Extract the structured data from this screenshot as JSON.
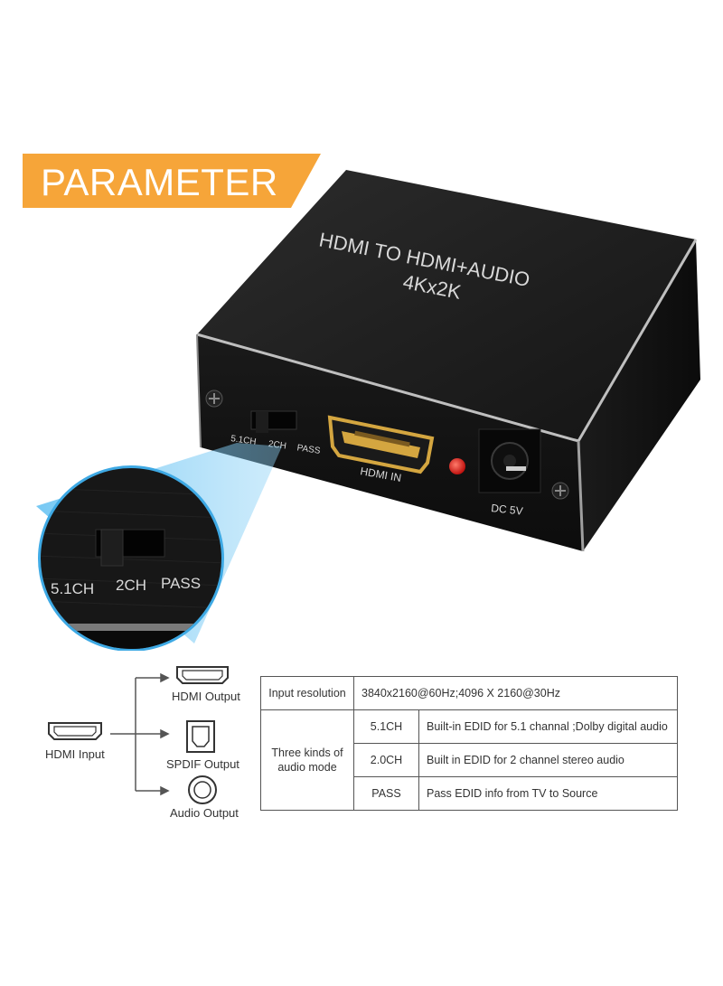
{
  "banner": {
    "title": "PARAMETER"
  },
  "device": {
    "top_label_line1": "HDMI TO HDMI+AUDIO",
    "top_label_line2": "4Kx2K",
    "switch_labels": {
      "ch51": "5.1CH",
      "ch2": "2CH",
      "pass": "PASS"
    },
    "port_label": "HDMI IN",
    "power_label": "DC 5V"
  },
  "zoom": {
    "labels": {
      "ch51": "5.1CH",
      "ch2": "2CH",
      "pass": "PASS"
    }
  },
  "diagram": {
    "input": "HDMI Input",
    "outputs": [
      "HDMI Output",
      "SPDIF Output",
      "Audio Output"
    ]
  },
  "table": {
    "resolution_label": "Input resolution",
    "resolution_value": "3840x2160@60Hz;4096 X 2160@30Hz",
    "mode_label": "Three kinds of audio mode",
    "modes": [
      {
        "name": "5.1CH",
        "desc": "Built-in EDID for 5.1 channal ;Dolby digital audio"
      },
      {
        "name": "2.0CH",
        "desc": "Built in EDID for 2 channel stereo audio"
      },
      {
        "name": "PASS",
        "desc": "Pass EDID info from TV to Source"
      }
    ]
  },
  "colors": {
    "banner": "#f6a539",
    "zoom_ring": "#3ea9e4",
    "led": "#e0201e",
    "hdmi_gold": "#d4a640"
  }
}
